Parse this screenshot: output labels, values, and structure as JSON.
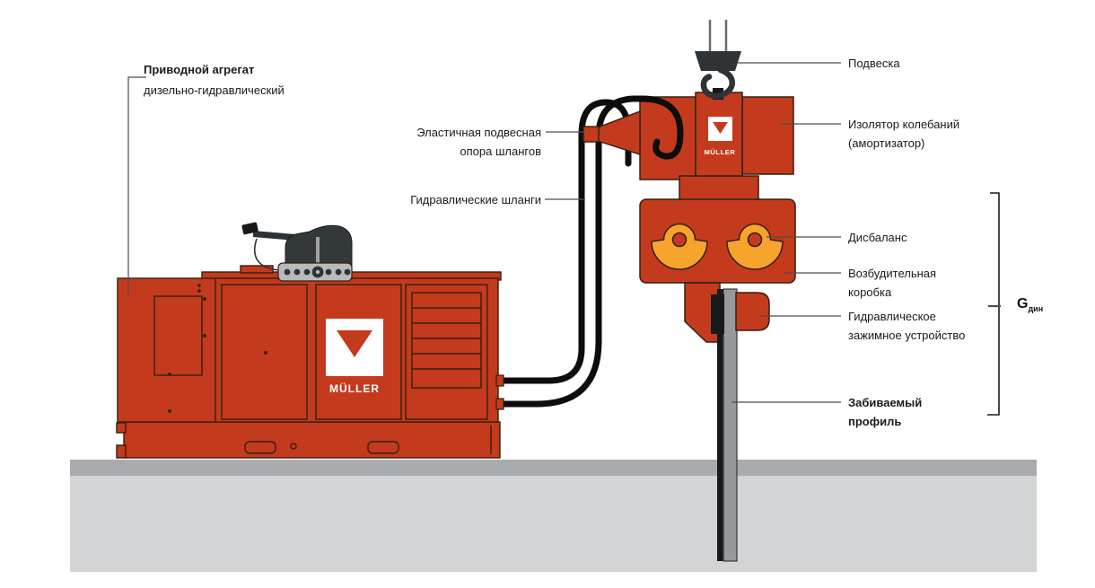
{
  "diagram": {
    "brand": "MÜLLER",
    "labels": {
      "power_unit_title": "Приводной агрегат",
      "power_unit_sub": "дизельно-гидравлический",
      "hose_support": "Эластичная подвесная\nопора шлангов",
      "hoses": "Гидравлические шланги",
      "suspension": "Подвеска",
      "isolator": "Изолятор колебаний\n(амортизатор)",
      "unbalance": "Дисбаланс",
      "exciter_box": "Возбудительная\nкоробка",
      "clamp": "Гидравлическое\nзажимное устройство",
      "pile": "Забиваемый\nпрофиль",
      "gdyn_symbol": "G",
      "gdyn_sub": "дин"
    },
    "colors": {
      "machine_red": "#c43a1d",
      "weight_orange": "#f7a42c",
      "dark_metal": "#2e3337",
      "ground_top": "#a9abae",
      "ground_bottom": "#d3d4d6",
      "pile_gray": "#97999c",
      "outline": "#33200f",
      "leader_line": "#4d4d4d"
    }
  }
}
